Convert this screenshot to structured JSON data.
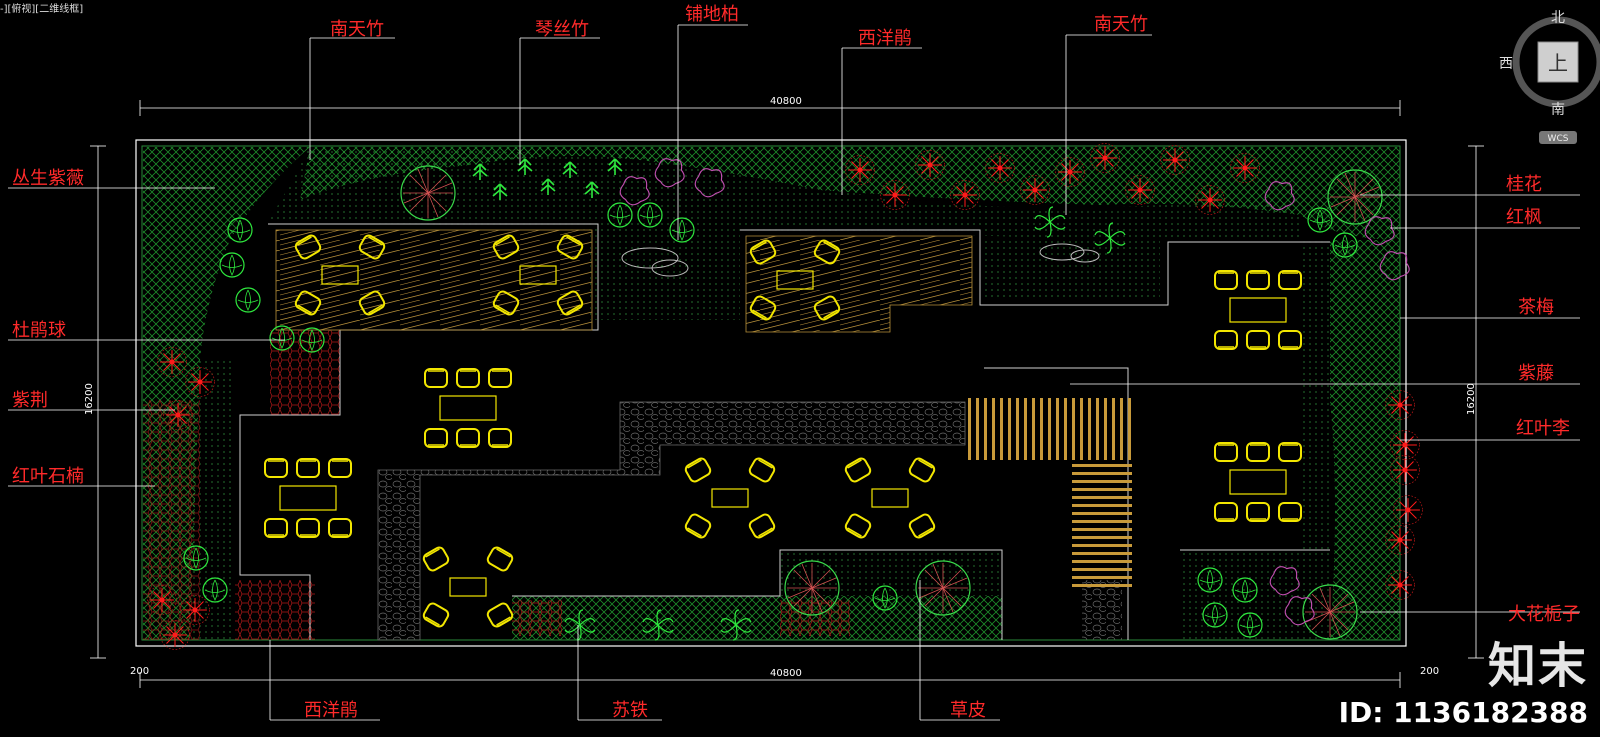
{
  "viewport_label": "-][俯视][二维线框]",
  "viewcube": {
    "north": "北",
    "south": "南",
    "west": "西",
    "top": "上",
    "wcs": "WCS"
  },
  "dimensions": {
    "width": "40800",
    "height": "16200",
    "edge": "200"
  },
  "plant_labels": {
    "nantianzhu_1": "南天竹",
    "qinsizhu": "琴丝竹",
    "pudibai": "铺地柏",
    "xiyangjuan_top": "西洋鹃",
    "nantianzhu_2": "南天竹",
    "congsheng_ziwei": "丛生紫薇",
    "dujuanqiu": "杜鹃球",
    "zijing": "紫荆",
    "hongye_shinan": "红叶石楠",
    "guihua": "桂花",
    "hongfeng": "红枫",
    "chamei": "茶梅",
    "ziteng": "紫藤",
    "hongyeli": "红叶李",
    "dahua_zhizi": "大花栀子",
    "xiyangjuan_bottom": "西洋鹃",
    "sutie": "苏铁",
    "caopi": "草皮"
  },
  "watermark": {
    "logo": "知末",
    "id": "ID: 1136182388"
  },
  "colors": {
    "label": "#ff2a2a",
    "boundary": "#ffffff",
    "planting": "#1f9a2f",
    "furniture": "#f2e600",
    "deck": "#c8a040"
  }
}
